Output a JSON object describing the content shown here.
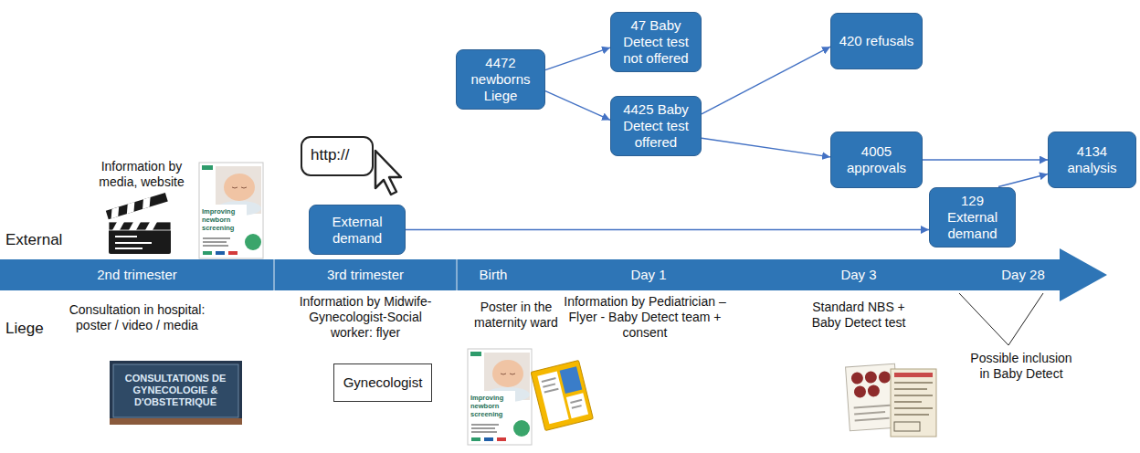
{
  "diagram": {
    "nodes": [
      {
        "text": [
          "4472 newborns Liege"
        ]
      },
      {
        "text": [
          "47 Baby Detect test not offered"
        ]
      },
      {
        "text": [
          "4425 Baby Detect test offered"
        ]
      },
      {
        "text": [
          "420 refusals"
        ]
      },
      {
        "text": [
          "4005 approvals"
        ]
      },
      {
        "text": [
          "4134 analysis"
        ]
      },
      {
        "text": [
          "External demand"
        ]
      },
      {
        "text": [
          "129 External demand"
        ]
      },
      {
        "text": [
          "2nd trimester",
          "3rd trimester",
          "Birth",
          "Day 1",
          "Day 3",
          "Day 28"
        ]
      },
      {
        "text": [
          "Gynecologist"
        ]
      }
    ],
    "edges": [
      {
        "from": 0,
        "to": 1,
        "arrow": "to"
      },
      {
        "from": 0,
        "to": 2,
        "arrow": "to"
      },
      {
        "from": 2,
        "to": 3,
        "arrow": "to"
      },
      {
        "from": 2,
        "to": 4,
        "arrow": "to"
      },
      {
        "from": 4,
        "to": 5,
        "arrow": "to"
      },
      {
        "from": 7,
        "to": 5,
        "arrow": "to"
      },
      {
        "from": 6,
        "to": 7,
        "arrow": "to"
      }
    ],
    "labels": [
      "Information by media, website",
      "Improving newborn screening",
      "http://",
      "External",
      "Liege",
      "Consultation in hospital: poster / video / media",
      "CONSULTATIONS DE GYNECOLOGIE & D'OBSTETRIQUE",
      "Information by Midwife-Gynecologist-Social worker: flyer",
      "Poster in the maternity ward",
      "Improving newborn screening",
      "Information by Pediatrician – Flyer - Baby Detect team + consent",
      "Standard NBS + Baby Detect test",
      "Possible inclusion in Baby Detect"
    ]
  }
}
